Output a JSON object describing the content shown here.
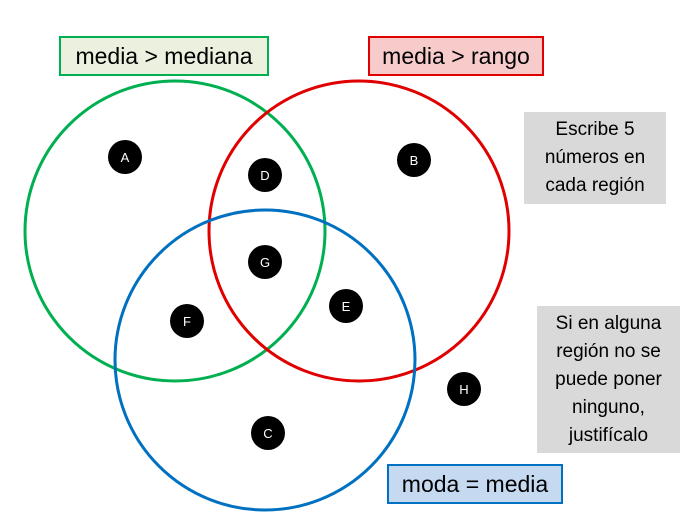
{
  "sets": [
    {
      "id": "green",
      "label": "media > mediana",
      "stroke": "#00b050",
      "fill": "#ebf1de"
    },
    {
      "id": "red",
      "label": "media > rango",
      "stroke": "#e00000",
      "fill": "#f8cbcb"
    },
    {
      "id": "blue",
      "label": "moda = media",
      "stroke": "#0070c0",
      "fill": "#c5d9f1"
    }
  ],
  "regions": [
    "A",
    "B",
    "C",
    "D",
    "E",
    "F",
    "G",
    "H"
  ],
  "notes": {
    "note1": [
      "Escribe 5",
      "números en",
      "cada región"
    ],
    "note2": [
      "Si en alguna",
      "región no se",
      "puede poner",
      "ninguno,",
      "justifícalo"
    ]
  },
  "colors": {
    "marker": "#000000",
    "marker_text": "#ffffff",
    "note_bg": "#d9d9d9"
  }
}
